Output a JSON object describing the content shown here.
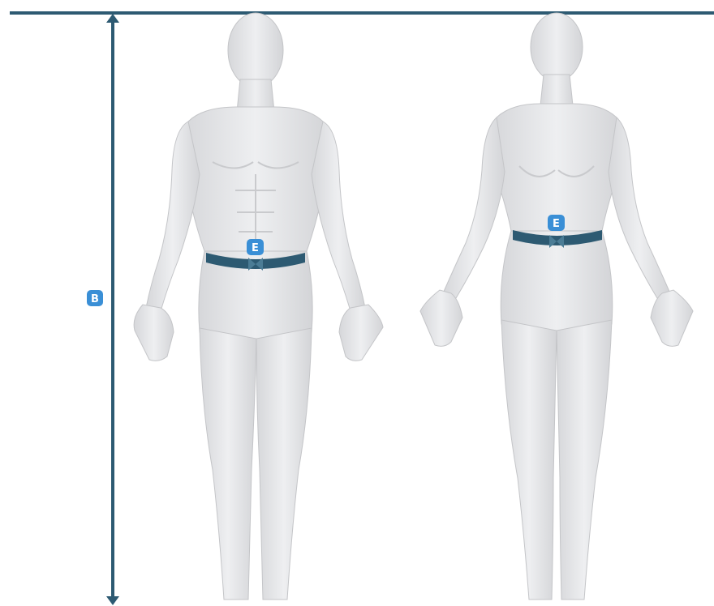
{
  "colors": {
    "guide_line": "#2d5a72",
    "badge": "#3a8fd6",
    "belt": "#2d5a72",
    "figure_fill": "#e3e4e6",
    "figure_shade": "#cfd0d3",
    "background": "#ffffff"
  },
  "height_marker": {
    "label": "B"
  },
  "male_waist_marker": {
    "label": "E"
  },
  "female_waist_marker": {
    "label": "E"
  }
}
